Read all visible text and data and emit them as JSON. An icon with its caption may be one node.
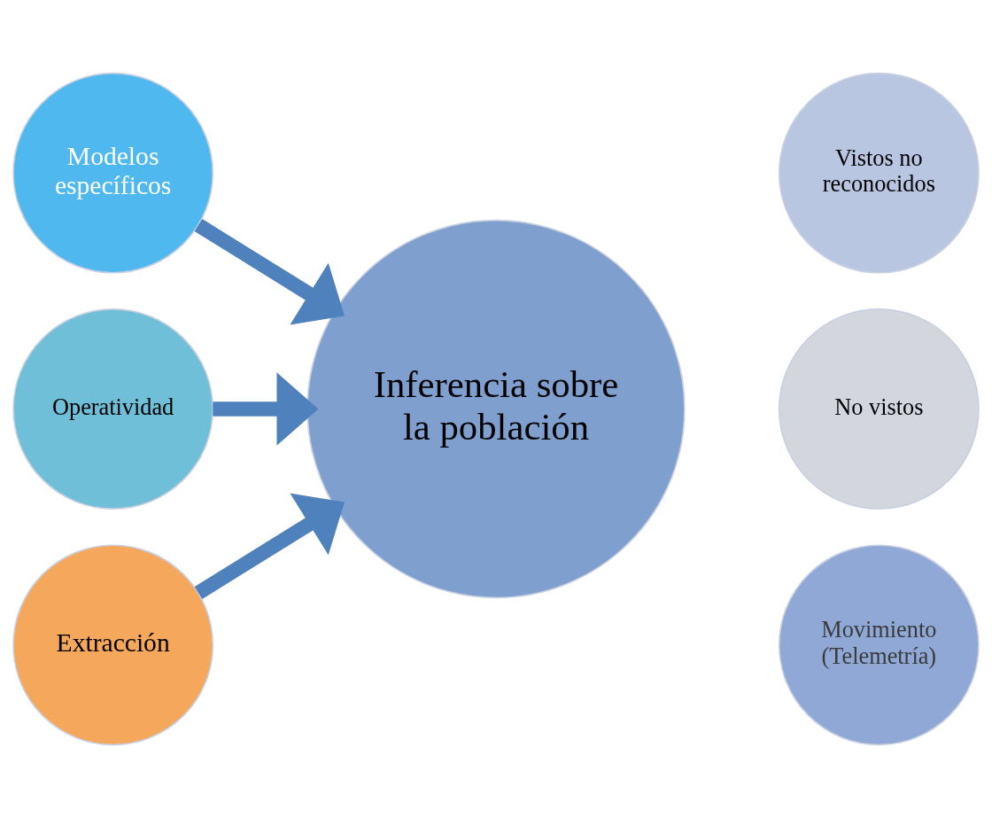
{
  "diagram": {
    "nodes": [
      {
        "text": [
          "Modelos específicos"
        ]
      },
      {
        "text": [
          "Operatividad"
        ]
      },
      {
        "text": [
          "Extracción"
        ]
      },
      {
        "text": [
          "Inferencia sobre la población"
        ]
      },
      {
        "text": [
          "Vistos no reconocidos"
        ]
      },
      {
        "text": [
          "No vistos"
        ]
      },
      {
        "text": [
          "Movimiento (Telemetría)"
        ]
      }
    ],
    "edges": [
      {
        "from": 0,
        "to": 3,
        "arrow": "to"
      },
      {
        "from": 1,
        "to": 3,
        "arrow": "to"
      },
      {
        "from": 2,
        "to": 3,
        "arrow": "to"
      }
    ]
  }
}
